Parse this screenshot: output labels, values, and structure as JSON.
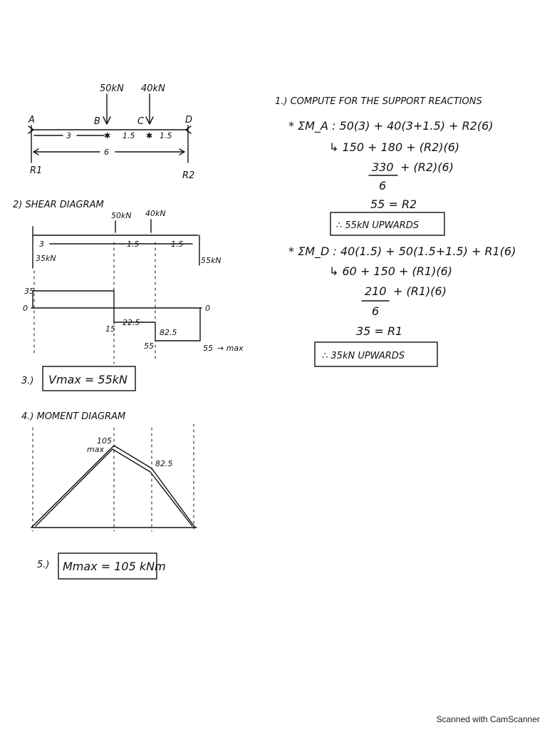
{
  "problem": {
    "loads": {
      "load_b": "50kN",
      "load_c": "40kN"
    },
    "points": {
      "a": "A",
      "b": "B",
      "c": "C",
      "d": "D"
    },
    "dims": {
      "ab": "3",
      "bc": "1.5",
      "cd": "1.5",
      "total": "6"
    },
    "reactions": {
      "r1": "R1",
      "r2": "R2"
    }
  },
  "shear_section": {
    "heading": "2) SHEAR DIAGRAM",
    "loads": {
      "load_b": "50kN",
      "load_c": "40kN"
    },
    "dims": {
      "ab": "3",
      "bc": "1.5",
      "cd": "1.5"
    },
    "r1_value": "35kN",
    "r2_value": "55kN",
    "labels": {
      "top_value": "35",
      "zero_left": "0",
      "zero_right": "0",
      "b_value": "15",
      "mid_value": "22.5",
      "c_value": "82.5",
      "c_lower": "55",
      "d_value": "55",
      "max_note": "→ max"
    }
  },
  "vmax": {
    "number": "3.)",
    "text": "Vmax = 55kN"
  },
  "moment_section": {
    "heading": "4.) MOMENT DIAGRAM",
    "peak_value": "105",
    "peak_note": "max",
    "c_value": "82.5"
  },
  "mmax": {
    "number": "5.)",
    "text": "Mmax = 105 kNm"
  },
  "solution": {
    "heading": "1.) COMPUTE FOR THE SUPPORT REACTIONS",
    "ad": {
      "line1": "* ΣM_A : 50(3) + 40(3+1.5) + R2(6)",
      "line2": "↳ 150 + 180 + (R2)(6)",
      "line3_num": "330",
      "line3_tail": "+ (R2)(6)",
      "line3_den": "6",
      "line4": "55 = R2",
      "answer": "∴ 55kN UPWARDS"
    },
    "da": {
      "line1": "* ΣM_D : 40(1.5) + 50(1.5+1.5) + R1(6)",
      "line2": "↳ 60 + 150 + (R1)(6)",
      "line3_num": "210",
      "line3_tail": "+ (R1)(6)",
      "line3_den": "6",
      "line4": "35 = R1",
      "answer": "∴ 35kN UPWARDS"
    }
  },
  "watermark": "Scanned with CamScanner"
}
